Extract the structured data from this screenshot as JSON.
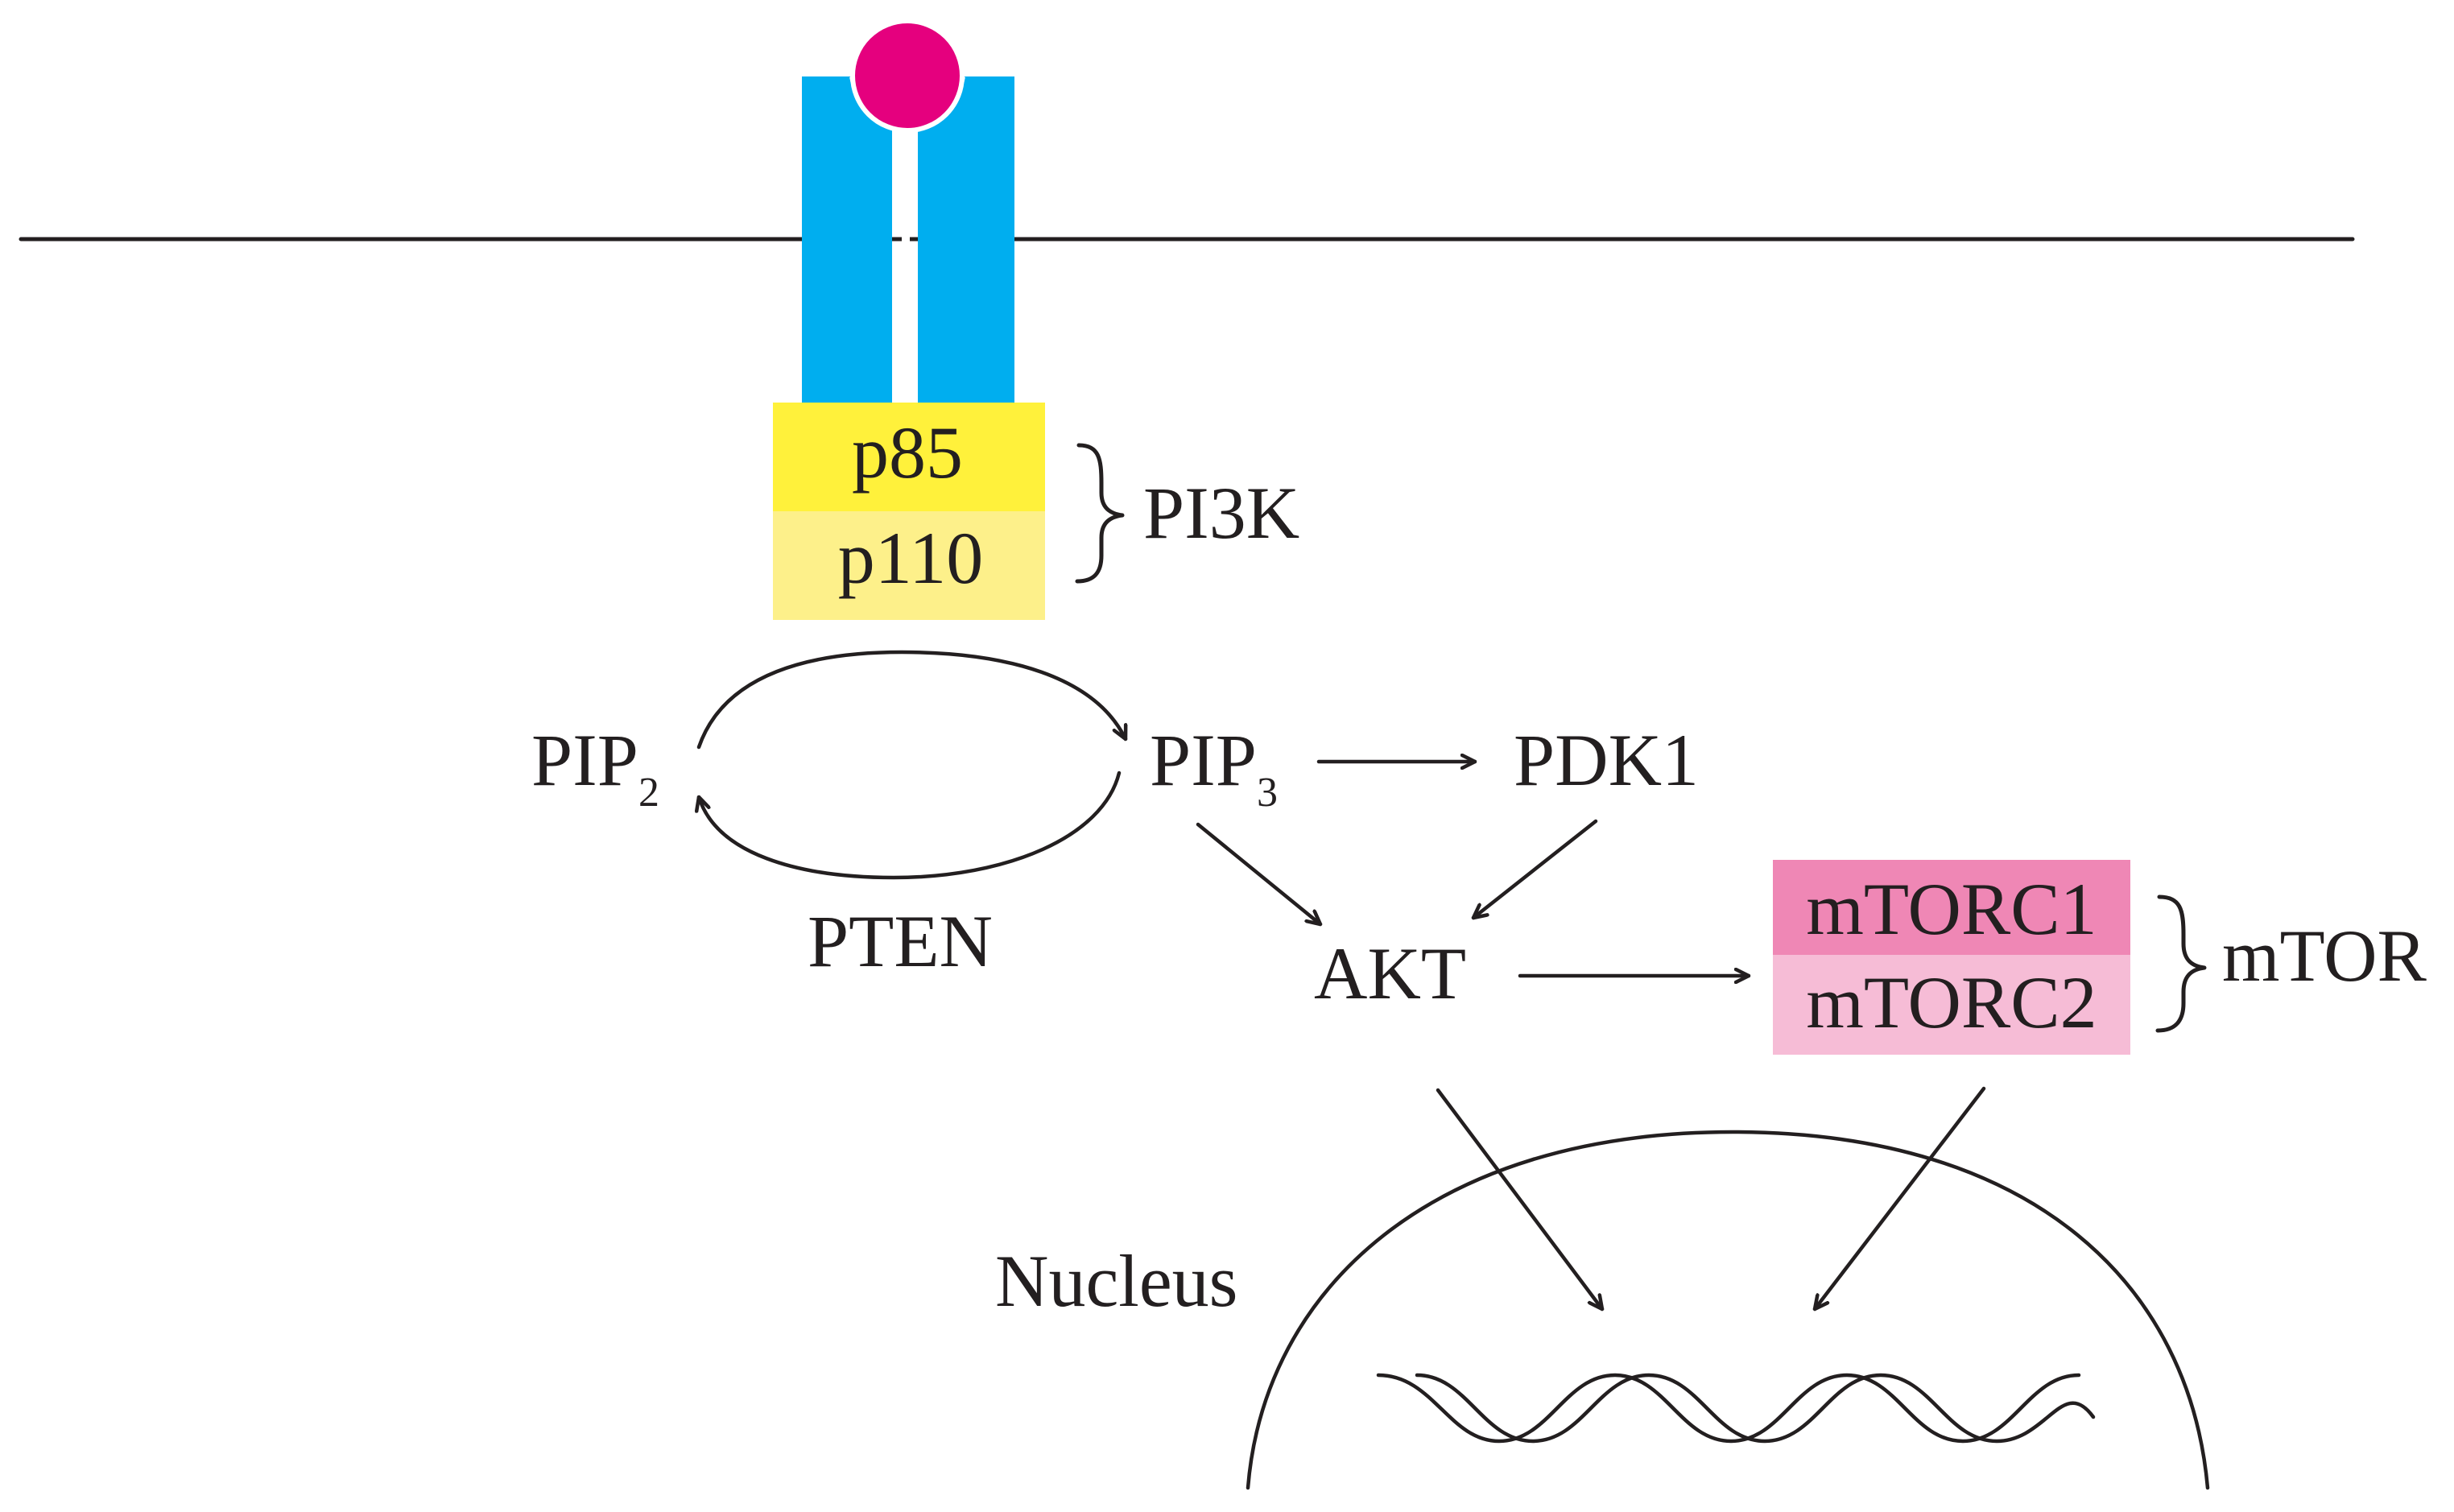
{
  "labels": {
    "p85": "p85",
    "p110": "p110",
    "pi3k": "PI3K",
    "pip2_main": "PIP",
    "pip2_sub": "2",
    "pip3_main": "PIP",
    "pip3_sub": "3",
    "pdk1": "PDK1",
    "pten": "PTEN",
    "akt": "AKT",
    "mtorc1": "mTORC1",
    "mtorc2": "mTORC2",
    "mtor": "mTOR",
    "nucleus": "Nucleus"
  },
  "colors": {
    "ligand": "#e5007e",
    "receptor": "#00aeef",
    "p85_fill": "#fff13b",
    "p110_fill": "#fdf08a",
    "mtorc1_fill": "#ef87b5",
    "mtorc2_fill": "#f6bcd6",
    "ink": "#231f20"
  }
}
